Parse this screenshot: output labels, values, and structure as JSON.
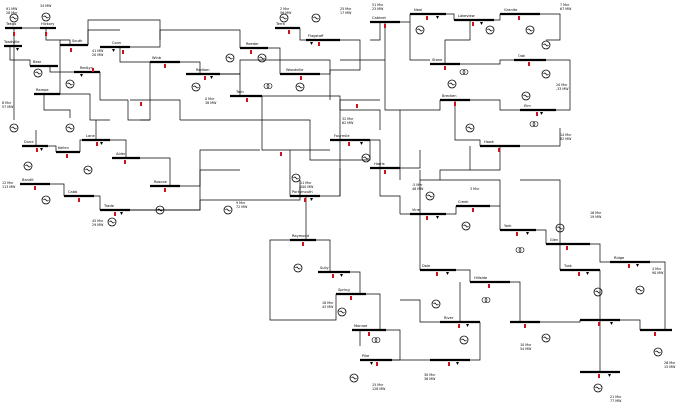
{
  "one_line": {
    "bus_labels": {
      "tekgo": "Tekgo",
      "hickory": "Hickory",
      "toadville": "Toadville",
      "south": "South",
      "bear": "Bear",
      "conn": "Conn",
      "redlyn": "RedLyn",
      "rampe": "Rampe",
      "winb": "Winb",
      "redlam": "Redlam",
      "reeder": "Reeder",
      "terra": "Terra",
      "flagstaff": "Flagstaff",
      "woodville": "Woodville",
      "twin": "Twin",
      "dune": "Dune",
      "kellen": "Kellen",
      "lane": "Lane",
      "alder": "Alder",
      "bandit": "Bandit",
      "cabb": "Cabb",
      "trade": "Trade",
      "roscoe": "Roscoe",
      "portsmouth": "Portsmouth",
      "raymond": "Raymond",
      "fourmile": "Fourmile",
      "harris": "Harris",
      "cabinet": "Cabinet",
      "neal": "Neal",
      "lakeview": "Lakeview",
      "granite": "Granite",
      "stone": "Stone",
      "oak": "Oak",
      "brecken": "Brecken",
      "elm": "Elm",
      "hawk": "Hawk",
      "vine": "Vine",
      "sully": "Sully",
      "spring": "Spring",
      "monroe": "Monroe",
      "pike": "Pike",
      "creek": "Creek",
      "york": "York",
      "glen": "Glen",
      "dale": "Dale",
      "hillside": "Hillside",
      "tusk": "Tusk",
      "ridge": "Ridge",
      "river": "River"
    },
    "flows": {
      "f01": "91 MW",
      "f02": "28 Mvr",
      "f03": "34 MW",
      "f04": "41 MW",
      "f05": "20 MW",
      "f06": "8 Mvr",
      "f07": "57 MW",
      "f08": "2 Mvr",
      "f09": "56 MW",
      "f10": "25 Mvr",
      "f11": "17 MW",
      "f12": "0 Mvr",
      "f13": "38 MW",
      "f14": "12 Mvr",
      "f15": "113 MW",
      "f16": "45 Mvr",
      "f17": "29 MW",
      "f18": "9 Mvr",
      "f19": "72 MW",
      "f20": "11 Mvr",
      "f21": "100 MW",
      "f22": "32 Mvr",
      "f23": "62 MW",
      "f24": "18 Mvr",
      "f25": "43 MW",
      "f26": "15 Mvr",
      "f27": "128 MW",
      "f28": "51 Mvr",
      "f29": "23 MW",
      "f30": "7 Mvr",
      "f31": "67 MW",
      "f32": "20 Mvr",
      "f33": "-33 MW",
      "f34": "14 Mvr",
      "f35": "82 MW",
      "f36": "-5 Mvr",
      "f37": "48 MW",
      "f38": "16 Mvr",
      "f39": "19 MW",
      "f40": "4 Mvr",
      "f41": "90 MW",
      "f42": "30 Mvr",
      "f43": "36 MW",
      "f44": "10 Mvr",
      "f45": "54 MW",
      "f46": "21 Mvr",
      "f47": "77 MW",
      "f48": "26 Mvr",
      "f49": "15 MW",
      "f50": "3 Mvr"
    }
  }
}
